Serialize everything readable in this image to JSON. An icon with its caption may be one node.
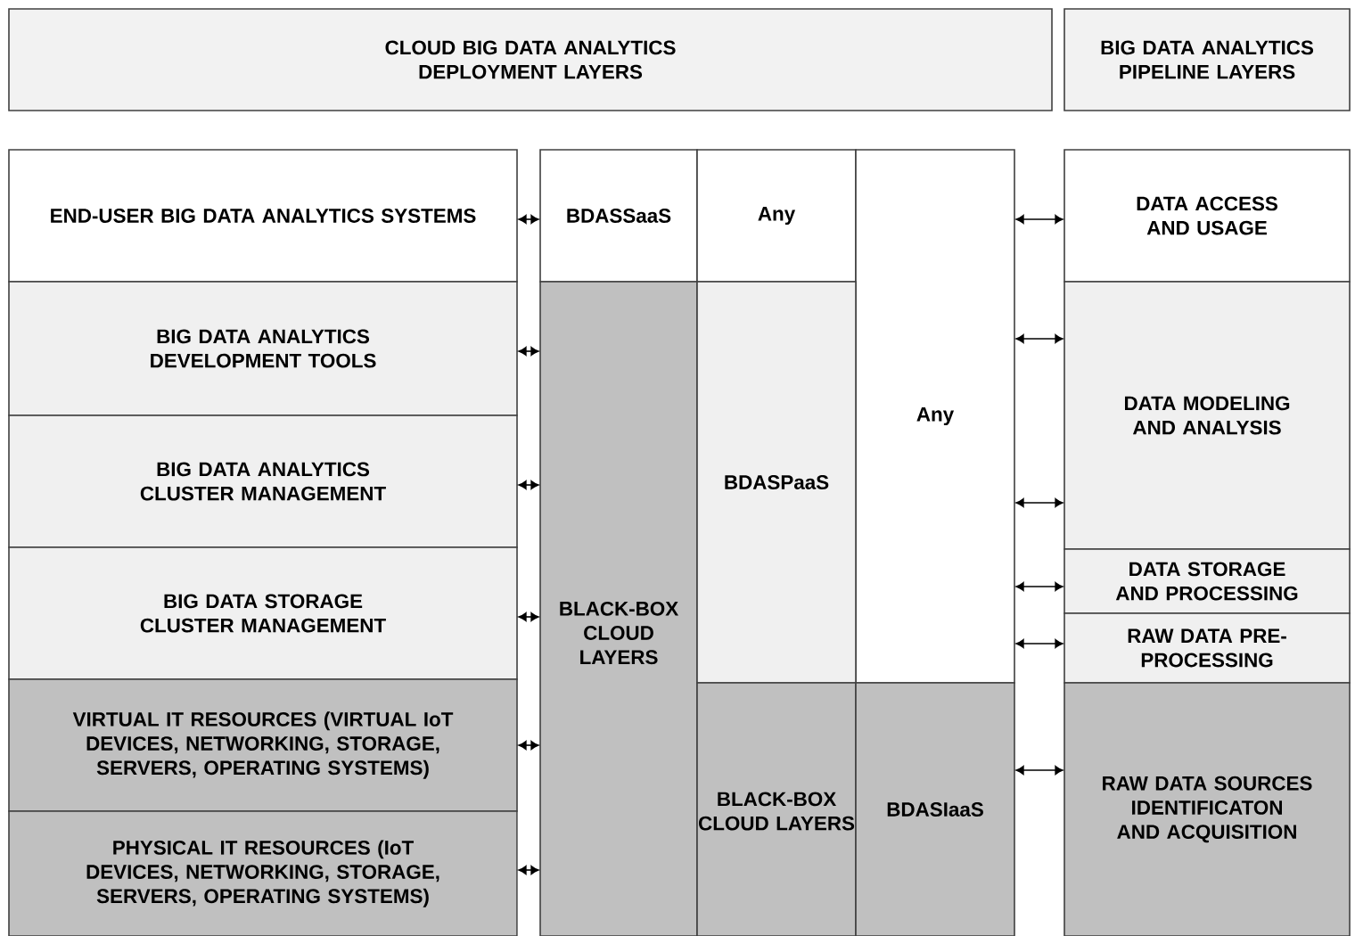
{
  "diagram": {
    "nodes": [
      {
        "text": [
          "CLOUD BIG DATA ANALYTICS DEPLOYMENT LAYERS"
        ]
      },
      {
        "text": [
          "BIG DATA ANALYTICS PIPELINE LAYERS"
        ]
      },
      {
        "text": [
          "END-USER BIG DATA ANALYTICS SYSTEMS"
        ]
      },
      {
        "text": [
          "BIG DATA ANALYTICS DEVELOPMENT TOOLS"
        ]
      },
      {
        "text": [
          "BIG DATA ANALYTICS CLUSTER MANAGEMENT"
        ]
      },
      {
        "text": [
          "BIG DATA STORAGE CLUSTER MANAGEMENT"
        ]
      },
      {
        "text": [
          "VIRTUAL IT RESOURCES (VIRTUAL IoT DEVICES, NETWORKING, STORAGE, SERVERS, OPERATING SYSTEMS)"
        ]
      },
      {
        "text": [
          "PHYSICAL IT RESOURCES (IoT DEVICES, NETWORKING, STORAGE, SERVERS, OPERATING SYSTEMS)"
        ]
      },
      {
        "text": [
          "BDASSaaS"
        ]
      },
      {
        "text": [
          "Any"
        ]
      },
      {
        "text": [
          "Any"
        ]
      },
      {
        "text": [
          "BLACK-BOX CLOUD LAYERS"
        ]
      },
      {
        "text": [
          "BDASPaaS"
        ]
      },
      {
        "text": [
          "BLACK-BOX CLOUD LAYERS"
        ]
      },
      {
        "text": [
          "BDASIaaS"
        ]
      },
      {
        "text": [
          "DATA ACCESS AND USAGE"
        ]
      },
      {
        "text": [
          "DATA MODELING AND ANALYSIS"
        ]
      },
      {
        "text": [
          "DATA STORAGE AND PROCESSING"
        ]
      },
      {
        "text": [
          "RAW DATA PRE-PROCESSING"
        ]
      },
      {
        "text": [
          "RAW DATA SOURCES IDENTIFICATON AND ACQUISITION"
        ]
      }
    ],
    "edges": [
      {
        "from": 2,
        "to": 8,
        "arrow": "both"
      },
      {
        "from": 3,
        "to": 11,
        "arrow": "both"
      },
      {
        "from": 4,
        "to": 11,
        "arrow": "both"
      },
      {
        "from": 5,
        "to": 11,
        "arrow": "both"
      },
      {
        "from": 6,
        "to": 11,
        "arrow": "both"
      },
      {
        "from": 7,
        "to": 11,
        "arrow": "both"
      },
      {
        "from": 10,
        "to": 15,
        "arrow": "both"
      },
      {
        "from": 10,
        "to": 16,
        "arrow": "both"
      },
      {
        "from": 10,
        "to": 16,
        "arrow": "both"
      },
      {
        "from": 10,
        "to": 17,
        "arrow": "both"
      },
      {
        "from": 10,
        "to": 18,
        "arrow": "both"
      },
      {
        "from": 14,
        "to": 19,
        "arrow": "both"
      }
    ]
  }
}
